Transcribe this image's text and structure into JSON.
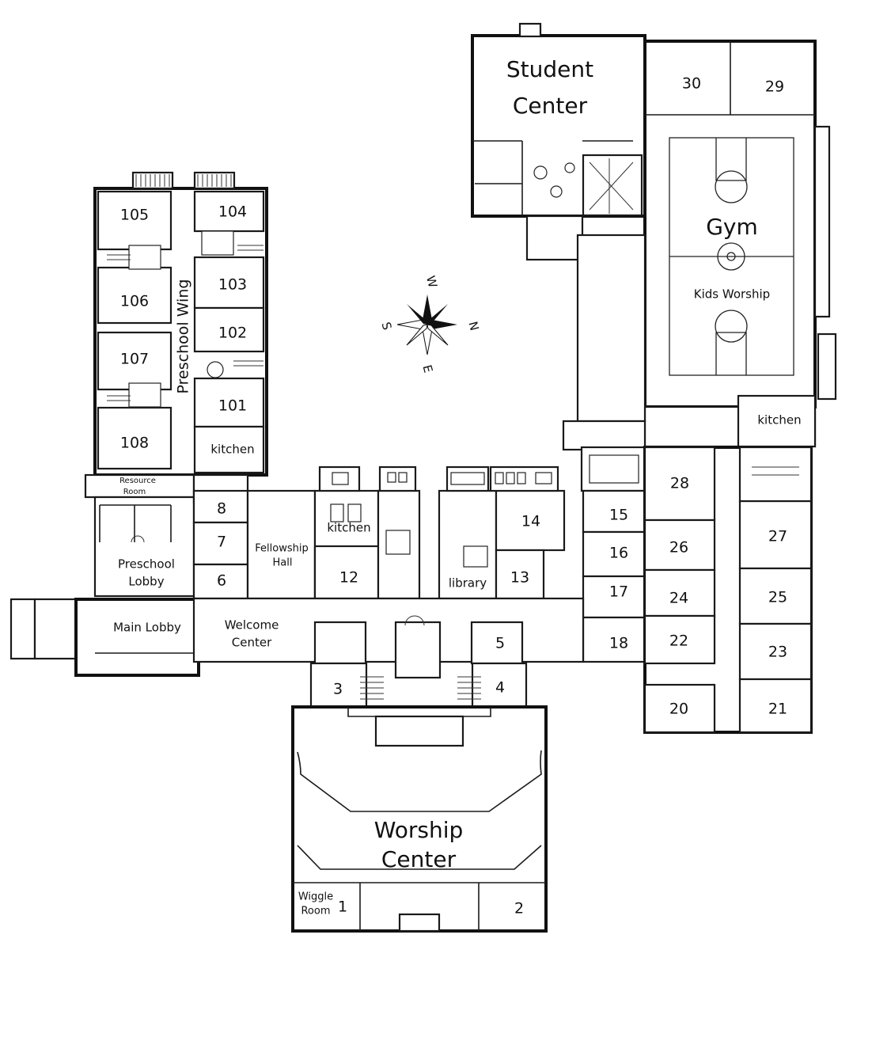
{
  "areas": {
    "student_center": [
      "Student",
      "Center"
    ],
    "gym": "Gym",
    "kids_worship": "Kids Worship",
    "preschool_wing": "Preschool Wing",
    "worship_center": [
      "Worship",
      "Center"
    ],
    "fellowship_hall": [
      "Fellowship",
      "Hall"
    ],
    "welcome_center": [
      "Welcome",
      "Center"
    ],
    "main_lobby": "Main Lobby",
    "preschool_lobby": [
      "Preschool",
      "Lobby"
    ],
    "resource_room": [
      "Resource",
      "Room"
    ],
    "wiggle_room": [
      "Wiggle",
      "Room"
    ],
    "library": "library",
    "kitchen_preschool": "kitchen",
    "kitchen_fellowship": "kitchen",
    "kitchen_gym": "kitchen"
  },
  "rooms": {
    "r1": "1",
    "r2": "2",
    "r3": "3",
    "r4": "4",
    "r5": "5",
    "r6": "6",
    "r7": "7",
    "r8": "8",
    "r12": "12",
    "r13": "13",
    "r14": "14",
    "r15": "15",
    "r16": "16",
    "r17": "17",
    "r18": "18",
    "r20": "20",
    "r21": "21",
    "r22": "22",
    "r23": "23",
    "r24": "24",
    "r25": "25",
    "r26": "26",
    "r27": "27",
    "r28": "28",
    "r29": "29",
    "r30": "30",
    "r101": "101",
    "r102": "102",
    "r103": "103",
    "r104": "104",
    "r105": "105",
    "r106": "106",
    "r107": "107",
    "r108": "108"
  },
  "compass": {
    "w": "W",
    "n": "N",
    "e": "E",
    "s": "S"
  },
  "colors": {
    "wall": "#1a1a1a",
    "background": "#ffffff"
  }
}
